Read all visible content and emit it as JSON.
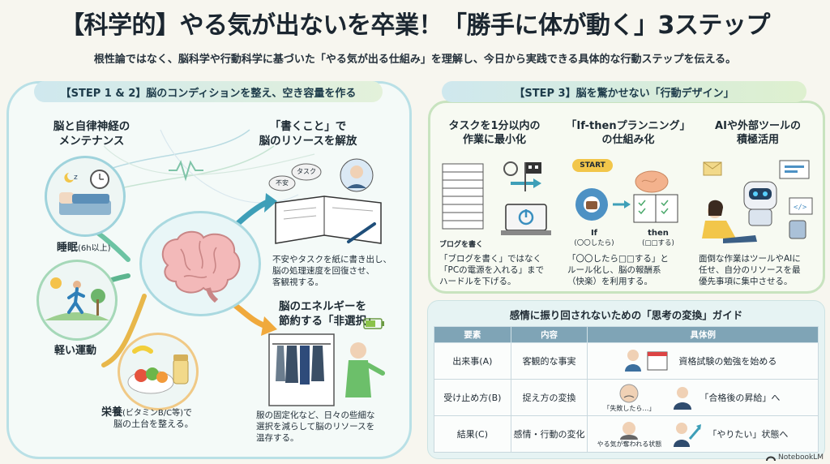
{
  "header": {
    "title": "【科学的】やる気が出ないを卒業！「勝手に体が動く」3ステップ",
    "subtitle": "根性論ではなく、脳科学や行動科学に基づいた「やる気が出る仕組み」を理解し、今日から実践できる具体的な行動ステップを伝える。"
  },
  "step12": {
    "header": "【STEP 1 & 2】脳のコンディションを整え、空き容量を作る",
    "maintenance_title": "脳と自律神経の\nメンテナンス",
    "sleep_label": "睡眠",
    "sleep_note": "(6h以上)",
    "exercise_label": "軽い運動",
    "nutrition_label": "栄養",
    "nutrition_note": "(ビタミンB/C等)",
    "nutrition_suffix": "で",
    "nutrition_desc": "脳の土台を整える。",
    "writing_title": "「書くこと」で\n脳のリソースを解放",
    "writing_word1": "タスク",
    "writing_word2": "不安",
    "writing_desc": "不安やタスクを紙に書き出し、\n脳の処理速度を回復させ、\n客観視する。",
    "energy_title": "脳のエネルギーを\n節約する「非選択」",
    "energy_desc": "服の固定化など、日々の些細な\n選択を減らして脳のリソースを\n温存する。"
  },
  "step3": {
    "header": "【STEP 3】脳を驚かせない「行動デザイン」",
    "col1_title": "タスクを1分以内の\n作業に最小化",
    "col1_caption": "ブログを書く",
    "col1_desc": "「ブログを書く」ではなく\n「PCの電源を入れる」まで\nハードルを下げる。",
    "col2_title": "「If-thenプランニング」\nの仕組み化",
    "col2_start": "START",
    "col2_if": "If",
    "col2_if_sub": "(〇〇したら)",
    "col2_then": "then",
    "col2_then_sub": "(□□する)",
    "col2_desc": "「〇〇したら□□する」と\nルール化し、脳の報酬系\n（快楽）を利用する。",
    "col3_title": "AIや外部ツールの\n積極活用",
    "col3_desc": "面倒な作業はツールやAIに\n任せ、自分のリソースを最\n優先事項に集中させる。"
  },
  "guide": {
    "title": "感情に振り回されないための「思考の変換」ガイド",
    "columns": [
      "要素",
      "内容",
      "具体例"
    ],
    "rows": [
      {
        "element": "出来事(A)",
        "content": "客観的な事実",
        "example": "資格試験の勉強を始める",
        "caption": ""
      },
      {
        "element": "受け止め方(B)",
        "content": "捉え方の変換",
        "example": "「合格後の昇給」へ",
        "caption": "「失敗したら…」"
      },
      {
        "element": "結果(C)",
        "content": "感情・行動の変化",
        "example": "「やりたい」状態へ",
        "caption": "やる気が奪われる状態"
      }
    ]
  },
  "footer": {
    "brand": "NotebookLM"
  },
  "colors": {
    "teal": "#9fd3dc",
    "green": "#c8e3bf",
    "table_header": "#7fa4b6",
    "orange": "#f2b54a"
  }
}
